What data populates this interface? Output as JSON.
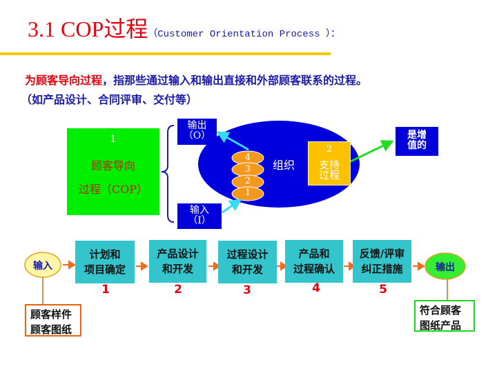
{
  "header": {
    "title": "3.1 COP过程",
    "subtitle": "（Customer Orientation Process ）",
    "subtitle_colon": "："
  },
  "intro": {
    "highlight": "为顾客导向过程",
    "text": "，指那些通过输入和输出直接和外部顾客联系的过程。",
    "examples": "（如产品设计、合同评审、交付等）"
  },
  "organization_diagram": {
    "cop_box": {
      "number": "1",
      "line1": "顾客导向",
      "line2": "过程（COP）"
    },
    "output_label": {
      "line1": "输出",
      "line2": "（O）"
    },
    "input_label": {
      "line1": "输入",
      "line2": "（I）"
    },
    "org_label": "组织",
    "stack_ovals": [
      "4",
      "3",
      "2",
      "1"
    ],
    "support_process": {
      "number": "2",
      "line1": "支持",
      "line2": "过程"
    },
    "value_added": {
      "line1": "是增",
      "line2": "值的"
    }
  },
  "process_flow": {
    "input_node": "输入",
    "output_node": "输出",
    "steps": [
      {
        "line1": "计划和",
        "line2": "项目确定",
        "number": "1"
      },
      {
        "line1": "产品设计",
        "line2": "和开发",
        "number": "2"
      },
      {
        "line1": "过程设计",
        "line2": "和开发",
        "number": "3"
      },
      {
        "line1": "产品和",
        "line2": "过程确认",
        "number": "4"
      },
      {
        "line1": "反馈/评审",
        "line2": "纠正措施",
        "number": "5"
      }
    ],
    "input_note": {
      "line1": "顾客样件",
      "line2": "顾客图纸"
    },
    "output_note": {
      "line1": "符合顾客",
      "line2": "图纸产品"
    }
  },
  "colors": {
    "title_red": "#e8000d",
    "accent_yellow": "#f7c400",
    "text_blue": "#1a1aa8",
    "org_blue": "#0000dd",
    "cop_green": "#00ee00",
    "step_cyan": "#33c4cc",
    "oval_orange": "#f39a1e",
    "arrow_orange": "#f26b1d"
  }
}
